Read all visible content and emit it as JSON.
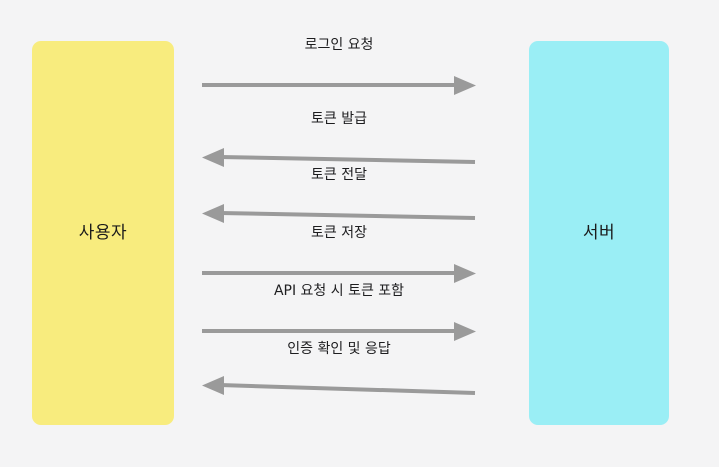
{
  "diagram": {
    "type": "sequence-diagram",
    "title": "",
    "background_color": "#f4f4f5",
    "arrow_color": "#9a9a9a",
    "text_color": "#1d1d1f",
    "actors": [
      {
        "id": "user",
        "label": "사용자",
        "side": "left",
        "color": "#f8ec7e"
      },
      {
        "id": "server",
        "label": "서버",
        "side": "right",
        "color": "#9aeef5"
      }
    ],
    "messages": [
      {
        "index": 1,
        "label": "로그인 요청",
        "from": "user",
        "to": "server",
        "direction": "right"
      },
      {
        "index": 2,
        "label": "토큰 발급",
        "from": "server",
        "to": "user",
        "direction": "left"
      },
      {
        "index": 3,
        "label": "토큰 전달",
        "from": "server",
        "to": "user",
        "direction": "left"
      },
      {
        "index": 4,
        "label": "토큰 저장",
        "from": "user",
        "to": "server",
        "direction": "right"
      },
      {
        "index": 5,
        "label": "API 요청 시 토큰 포함",
        "from": "user",
        "to": "server",
        "direction": "right"
      },
      {
        "index": 6,
        "label": "인증 확인 및 응답",
        "from": "server",
        "to": "user",
        "direction": "left"
      }
    ]
  }
}
